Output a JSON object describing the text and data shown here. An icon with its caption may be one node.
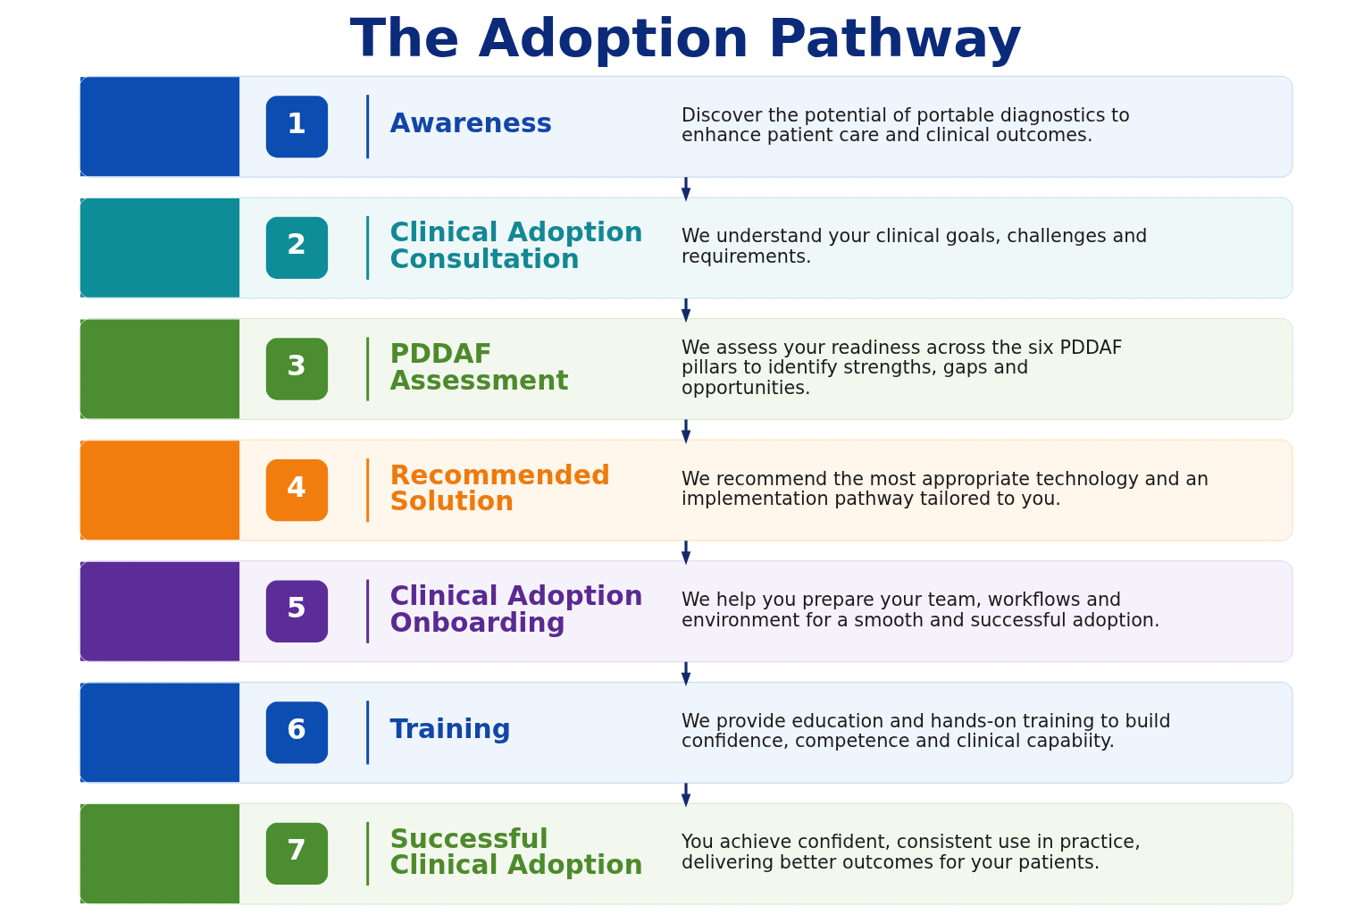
{
  "diagram": {
    "title": "The Adoption Pathway",
    "nodes": [
      {
        "text": [
          "1",
          "Awareness",
          "Discover the potential of portable diagnostics to enhance patient care and clinical outcomes."
        ]
      },
      {
        "text": [
          "2",
          "Clinical Adoption Consultation",
          "We understand your clinical goals, challenges and requirements."
        ]
      },
      {
        "text": [
          "3",
          "PDDAF Assessment",
          "We assess your readiness across the six PDDAF pillars to identify strengths, gaps and opportunities."
        ]
      },
      {
        "text": [
          "4",
          "Recommended Solution",
          "We recommend the most appropriate technology and an implementation pathway tailored to you."
        ]
      },
      {
        "text": [
          "5",
          "Clinical Adoption Onboarding",
          "We help you prepare your team, workflows and environment for a smooth and successful adoption."
        ]
      },
      {
        "text": [
          "6",
          "Training",
          "We provide education and hands-on training to build confidence, competence and clinical capabiity."
        ]
      },
      {
        "text": [
          "7",
          "Successful Clinical Adoption",
          "You achieve confident, consistent use in practice, delivering better outcomes for your patients."
        ]
      }
    ],
    "edges": [
      {
        "from": 0,
        "to": 1,
        "arrow": "to"
      },
      {
        "from": 1,
        "to": 2,
        "arrow": "to"
      },
      {
        "from": 2,
        "to": 3,
        "arrow": "to"
      },
      {
        "from": 3,
        "to": 4,
        "arrow": "to"
      },
      {
        "from": 4,
        "to": 5,
        "arrow": "to"
      },
      {
        "from": 5,
        "to": 6,
        "arrow": "to"
      }
    ]
  }
}
